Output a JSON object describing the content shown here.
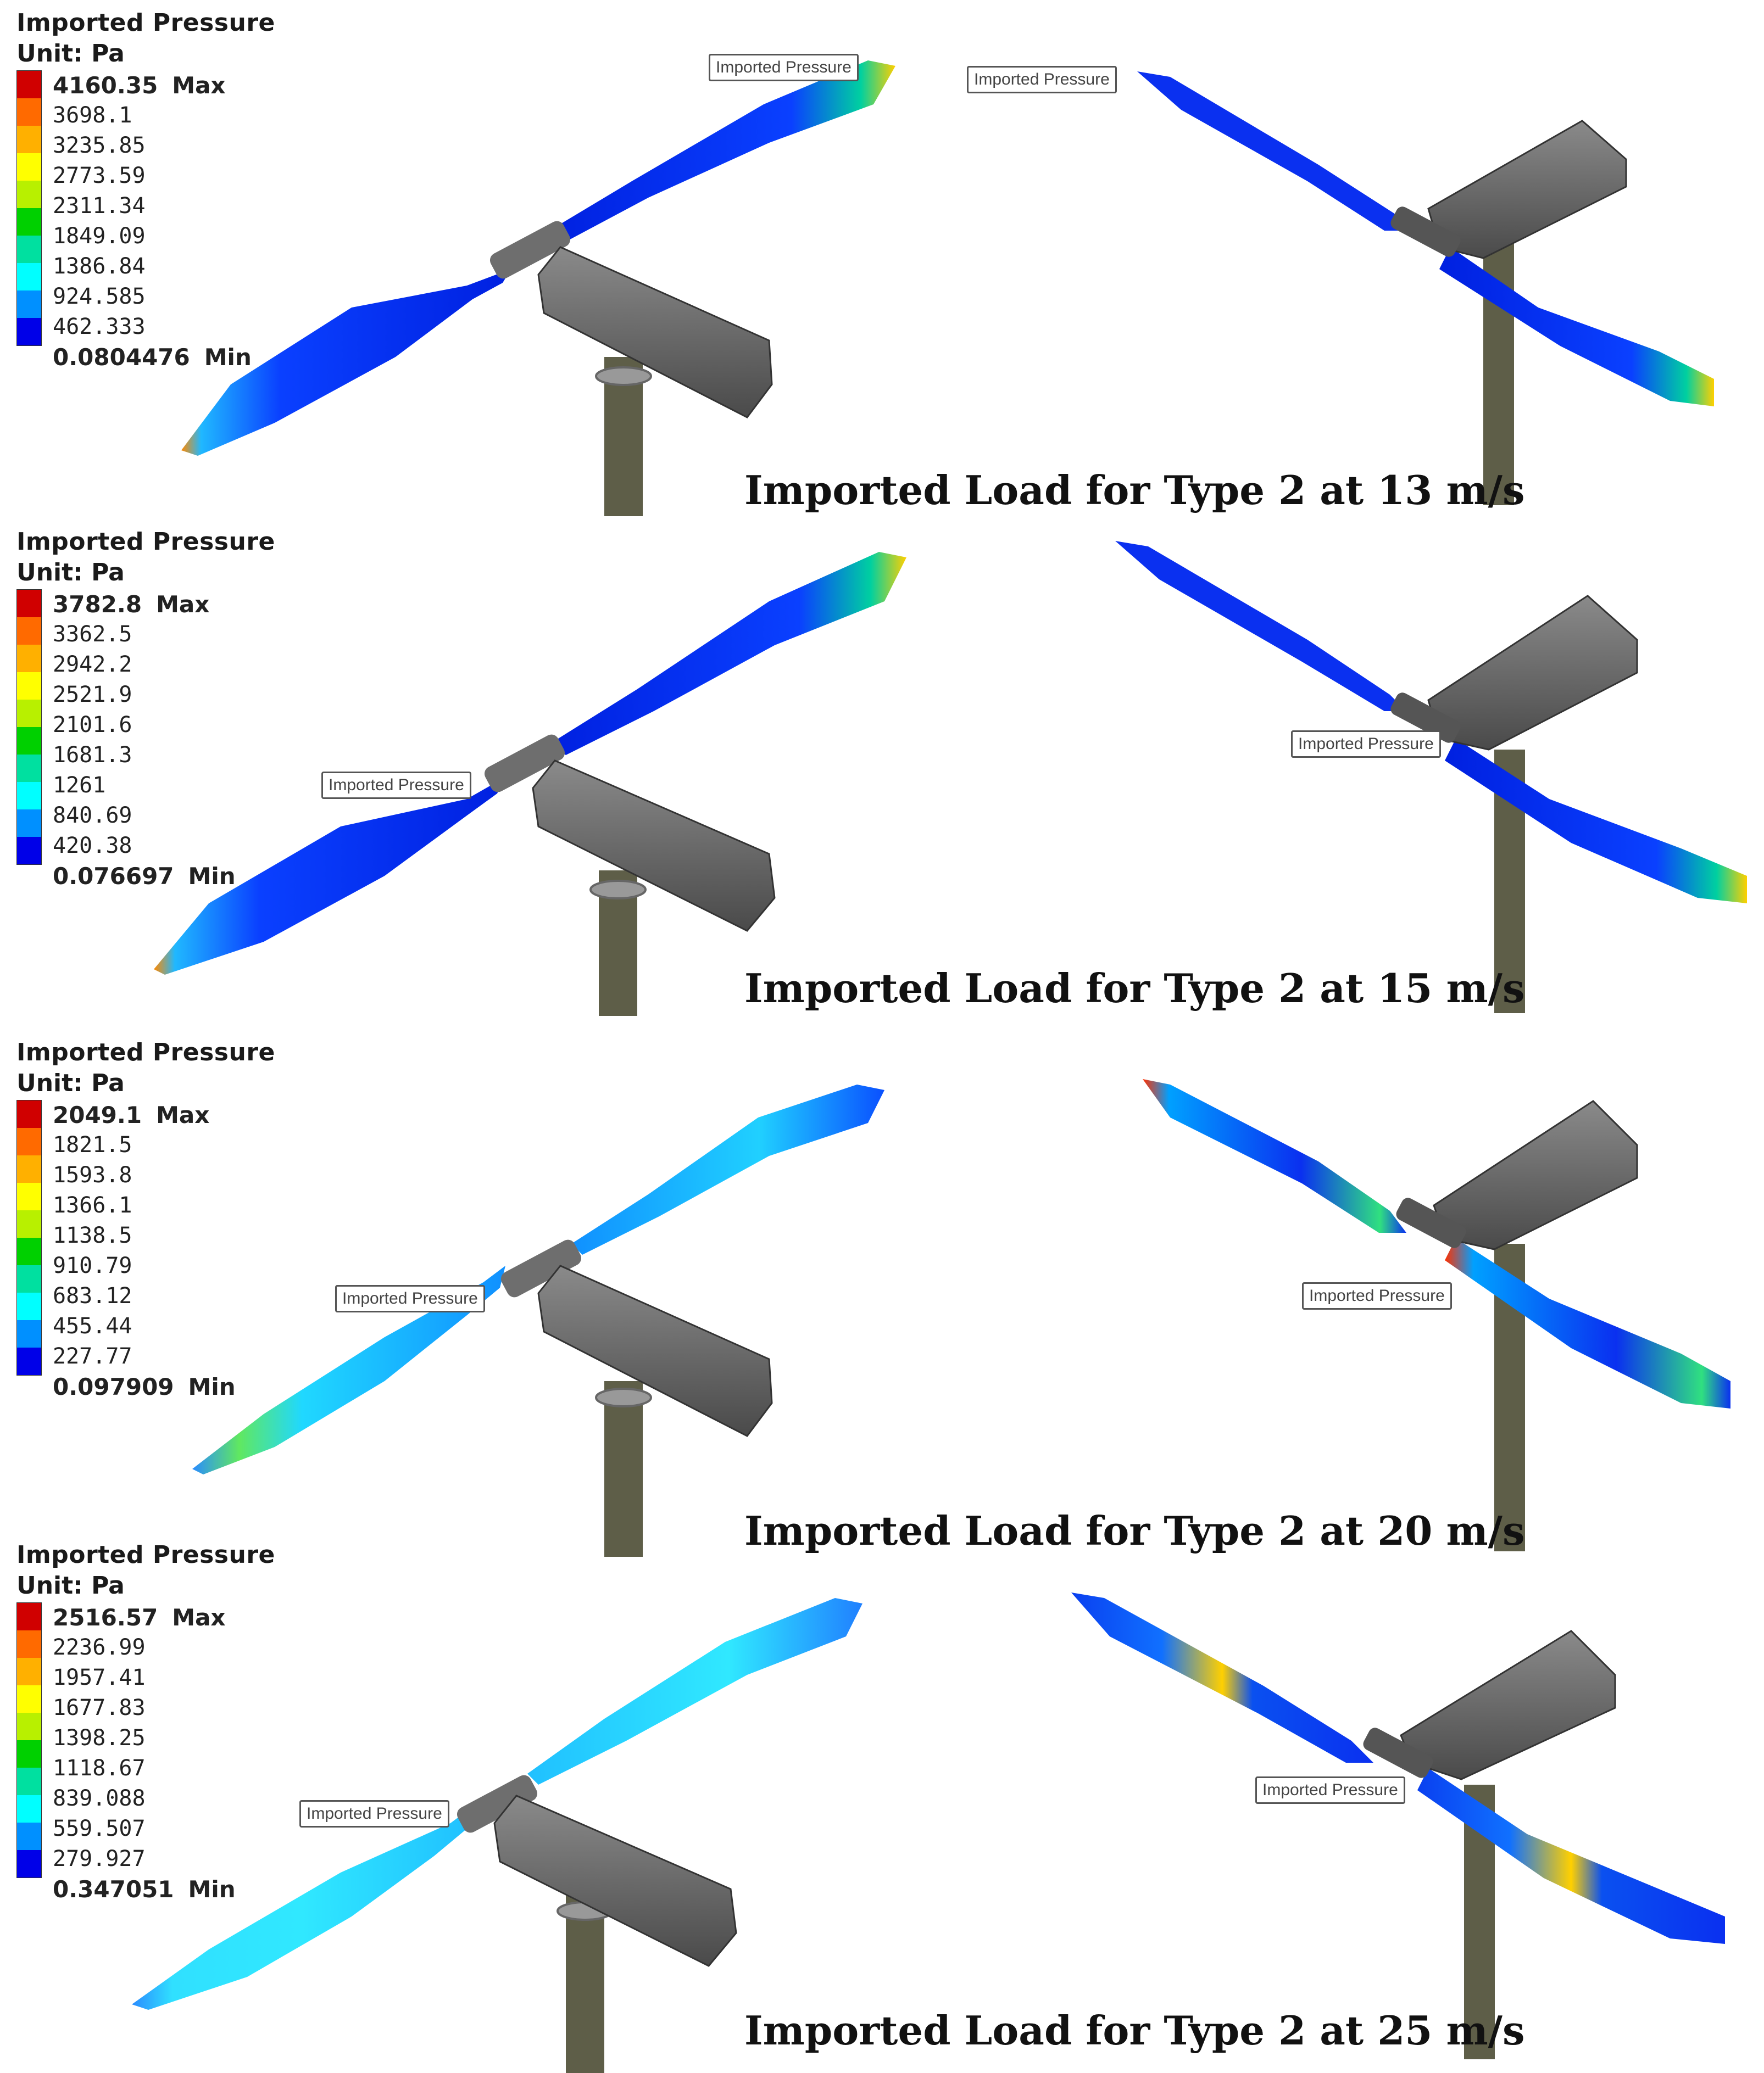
{
  "colorbar": [
    "#d00000",
    "#ff6a00",
    "#ffb000",
    "#ffff00",
    "#b8f000",
    "#00d000",
    "#00e0a0",
    "#00ffff",
    "#0090ff",
    "#0000e8"
  ],
  "panels": [
    {
      "legend_title": "Imported Pressure",
      "unit": "Unit: Pa",
      "max_value": "4160.35",
      "max_tag": "Max",
      "levels": [
        "3698.1",
        "3235.85",
        "2773.59",
        "2311.34",
        "1849.09",
        "1386.84",
        "924.585",
        "462.333"
      ],
      "min_value": "0.0804476",
      "min_tag": "Min",
      "probe_left": "Imported Pressure",
      "probe_right": "Imported Pressure",
      "caption": "Imported Load for Type 2 at 13 m/s"
    },
    {
      "legend_title": "Imported Pressure",
      "unit": "Unit: Pa",
      "max_value": "3782.8",
      "max_tag": "Max",
      "levels": [
        "3362.5",
        "2942.2",
        "2521.9",
        "2101.6",
        "1681.3",
        "1261",
        "840.69",
        "420.38"
      ],
      "min_value": "0.076697",
      "min_tag": "Min",
      "probe_left": "Imported Pressure",
      "probe_right": "Imported Pressure",
      "caption": "Imported Load for Type 2 at 15 m/s"
    },
    {
      "legend_title": "Imported Pressure",
      "unit": "Unit: Pa",
      "max_value": "2049.1",
      "max_tag": "Max",
      "levels": [
        "1821.5",
        "1593.8",
        "1366.1",
        "1138.5",
        "910.79",
        "683.12",
        "455.44",
        "227.77"
      ],
      "min_value": "0.097909",
      "min_tag": "Min",
      "probe_left": "Imported Pressure",
      "probe_right": "Imported Pressure",
      "caption": "Imported Load for Type 2 at 20 m/s"
    },
    {
      "legend_title": "Imported Pressure",
      "unit": "Unit: Pa",
      "max_value": "2516.57",
      "max_tag": "Max",
      "levels": [
        "2236.99",
        "1957.41",
        "1677.83",
        "1398.25",
        "1118.67",
        "839.088",
        "559.507",
        "279.927"
      ],
      "min_value": "0.347051",
      "min_tag": "Min",
      "probe_left": "Imported Pressure",
      "probe_right": "Imported Pressure",
      "caption": "Imported Load for Type 2 at 25 m/s"
    }
  ]
}
